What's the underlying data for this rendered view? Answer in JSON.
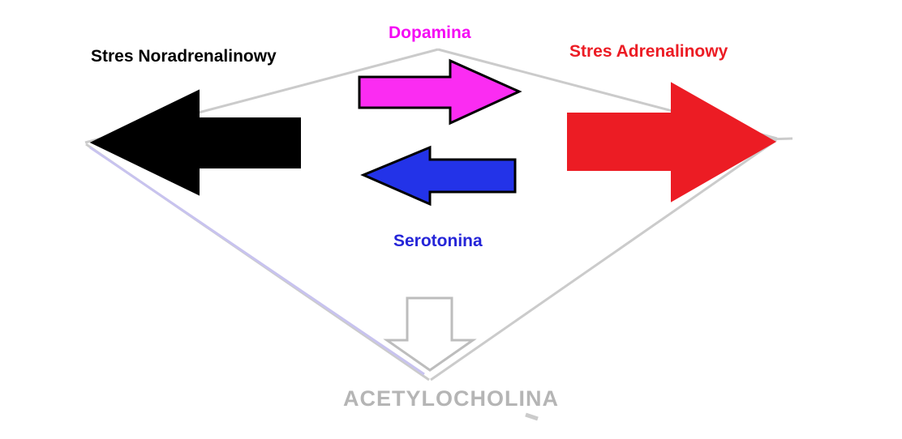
{
  "diagram": {
    "title": "Neurotransmitter stress axes diagram",
    "labels": {
      "stres_noradrenalinowy": {
        "text": "Stres Noradrenalinowy",
        "color": "#000000"
      },
      "dopamina": {
        "text": "Dopamina",
        "color": "#f409f4"
      },
      "stres_adrenalinowy": {
        "text": "Stres Adrenalinowy",
        "color": "#ec1c24"
      },
      "serotonina": {
        "text": "Serotonina",
        "color": "#2525d8"
      },
      "acetylocholina": {
        "text": "ACETYLOCHOLINA",
        "color": "#b5b5b5"
      }
    },
    "arrows": {
      "noradrenaline": {
        "label": "noradrenaline-arrow-left",
        "direction": "left",
        "fill": "#000000",
        "stroke": "#000000"
      },
      "dopamine": {
        "label": "dopamine-arrow-right",
        "direction": "right",
        "fill": "#fb2cf2",
        "stroke": "#000000"
      },
      "serotonin": {
        "label": "serotonin-arrow-left",
        "direction": "left",
        "fill": "#2333e8",
        "stroke": "#000000"
      },
      "adrenaline": {
        "label": "adrenaline-arrow-right",
        "direction": "right",
        "fill": "#ec1c24",
        "stroke": "#ec1c24"
      },
      "acetylcholine": {
        "label": "acetylcholine-arrow-down",
        "direction": "down",
        "fill": "#ffffff",
        "stroke": "#bdbdbd"
      }
    },
    "outline": {
      "color": "#cbcbcb"
    },
    "accent_line": {
      "color": "#c8c3ef"
    },
    "background": "#ffffff"
  }
}
